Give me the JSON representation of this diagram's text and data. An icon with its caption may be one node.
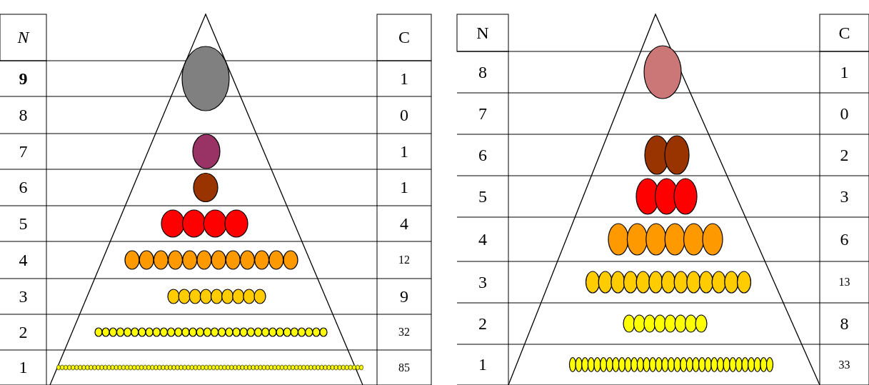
{
  "diagram": {
    "labels": [
      "N",
      "C",
      "9",
      "1",
      "8",
      "0",
      "7",
      "1",
      "6",
      "1",
      "5",
      "4",
      "4",
      "12",
      "3",
      "9",
      "2",
      "32",
      "1",
      "85",
      "N",
      "C",
      "8",
      "1",
      "7",
      "0",
      "6",
      "2",
      "5",
      "3",
      "4",
      "6",
      "3",
      "13",
      "2",
      "8",
      "1",
      "33"
    ]
  }
}
